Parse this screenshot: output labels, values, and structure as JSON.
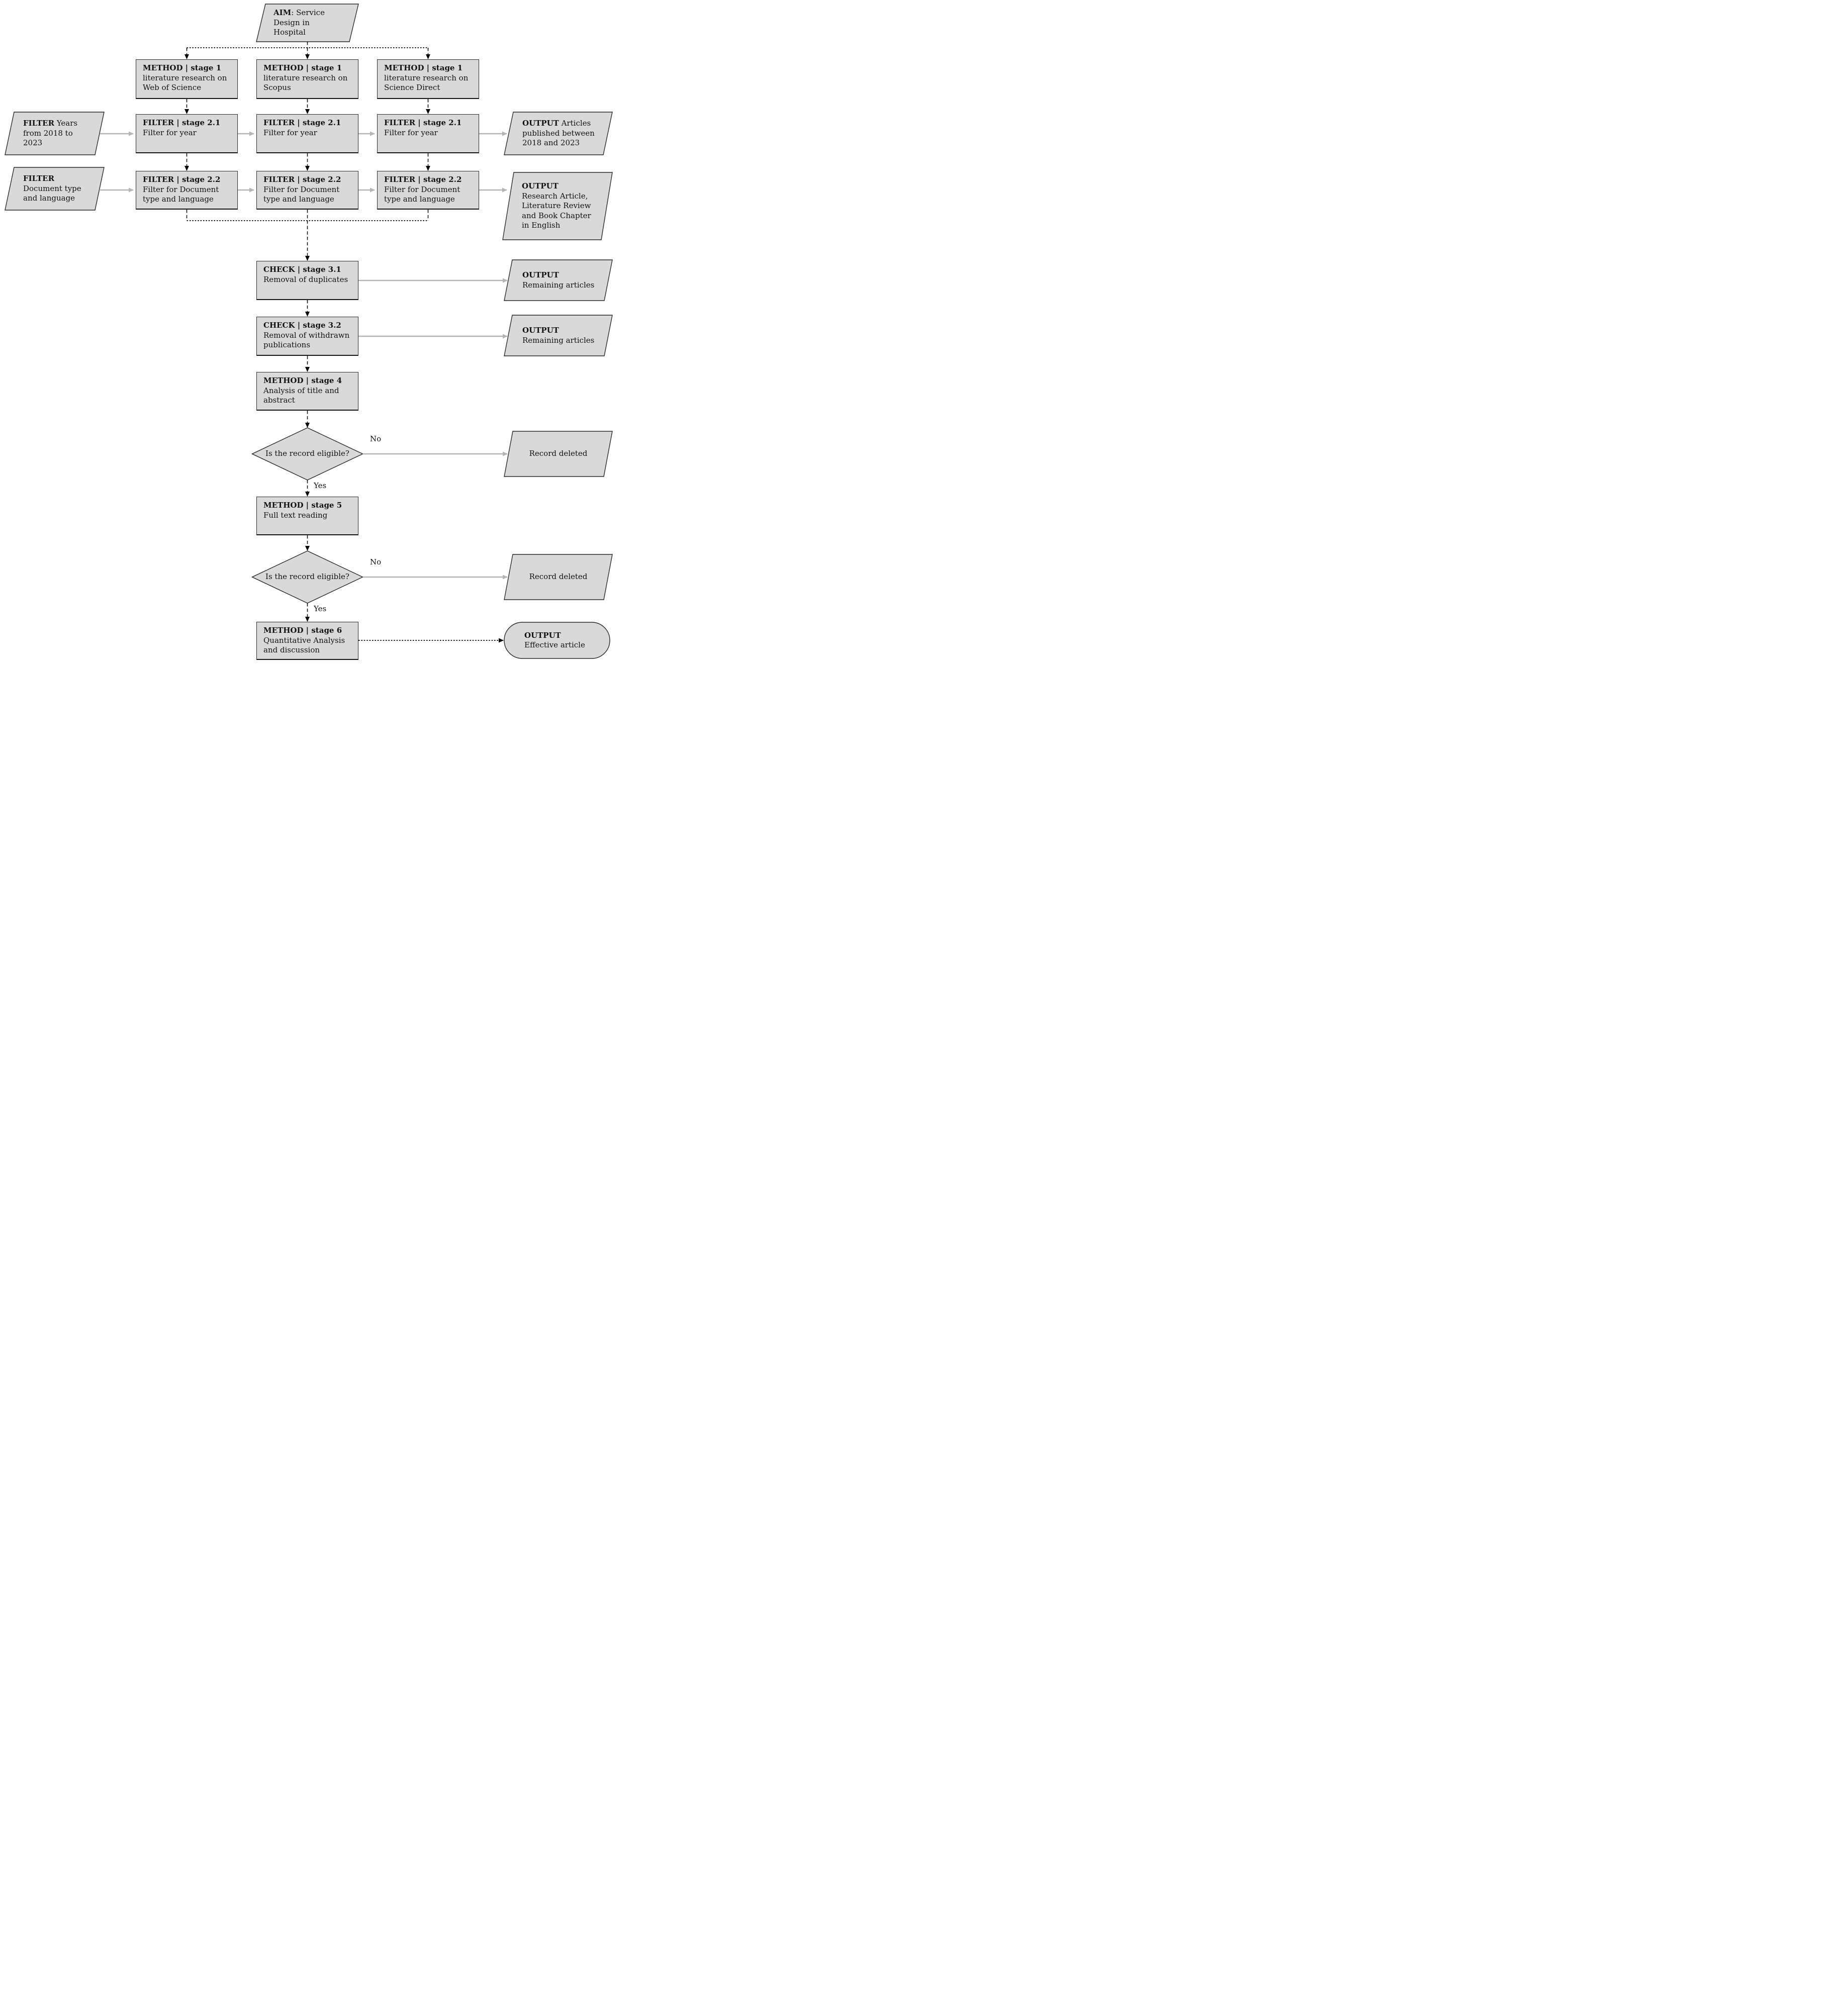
{
  "colors": {
    "shape_fill": "#d9d9d9",
    "shape_border": "#2a2a2a",
    "solid_arrow": "#b5b5b5",
    "dashed_arrow": "#000000"
  },
  "nodes": {
    "aim": {
      "bold": "AIM",
      "rest": ": Service Design in Hospital"
    },
    "method1_wos": {
      "title": "METHOD | stage 1",
      "body": "literature research on Web of Science"
    },
    "method1_scopus": {
      "title": "METHOD | stage 1",
      "body": "literature research on Scopus"
    },
    "method1_sciencedirect": {
      "title": "METHOD | stage 1",
      "body": "literature research on Science Direct"
    },
    "filter_years_input": {
      "bold": "FILTER",
      "rest": " Years from 2018 to 2023"
    },
    "filter21_wos": {
      "title": "FILTER | stage 2.1",
      "body": "Filter for year"
    },
    "filter21_scopus": {
      "title": "FILTER | stage 2.1",
      "body": "Filter for year"
    },
    "filter21_sciencedirect": {
      "title": "FILTER | stage 2.1",
      "body": "Filter for year"
    },
    "output_years": {
      "bold": "OUTPUT",
      "rest": " Articles published between 2018 and 2023"
    },
    "filter_doctype_input": {
      "bold": "FILTER",
      "rest": "Document type and language"
    },
    "filter22_wos": {
      "title": "FILTER | stage 2.2",
      "body": "Filter for Document type and language"
    },
    "filter22_scopus": {
      "title": "FILTER | stage 2.2",
      "body": "Filter for Document type and language"
    },
    "filter22_sciencedirect": {
      "title": "FILTER | stage 2.2",
      "body": "Filter for Document type and language"
    },
    "output_doctype": {
      "bold": "OUTPUT",
      "rest": "Research Article, Literature Review and Book Chapter in English"
    },
    "check31": {
      "title": "CHECK | stage 3.1",
      "body": "Removal of duplicates"
    },
    "output_remaining_1": {
      "bold": "OUTPUT",
      "rest": "Remaining articles"
    },
    "check32": {
      "title": "CHECK | stage 3.2",
      "body": "Removal of withdrawn publications"
    },
    "output_remaining_2": {
      "bold": "OUTPUT",
      "rest": "Remaining articles"
    },
    "method4": {
      "title": "METHOD | stage 4",
      "body": "Analysis of title and abstract"
    },
    "decision1": {
      "question": "Is the record eligible?",
      "no_label": "No",
      "yes_label": "Yes"
    },
    "record_deleted_1": {
      "text": "Record deleted"
    },
    "method5": {
      "title": "METHOD | stage 5",
      "body": "Full text reading"
    },
    "decision2": {
      "question": "Is the record eligible?",
      "no_label": "No",
      "yes_label": "Yes"
    },
    "record_deleted_2": {
      "text": "Record deleted"
    },
    "method6": {
      "title": "METHOD | stage 6",
      "body": "Quantitative Analysis and discussion"
    },
    "output_final": {
      "bold": "OUTPUT",
      "rest": "Effective article"
    }
  }
}
